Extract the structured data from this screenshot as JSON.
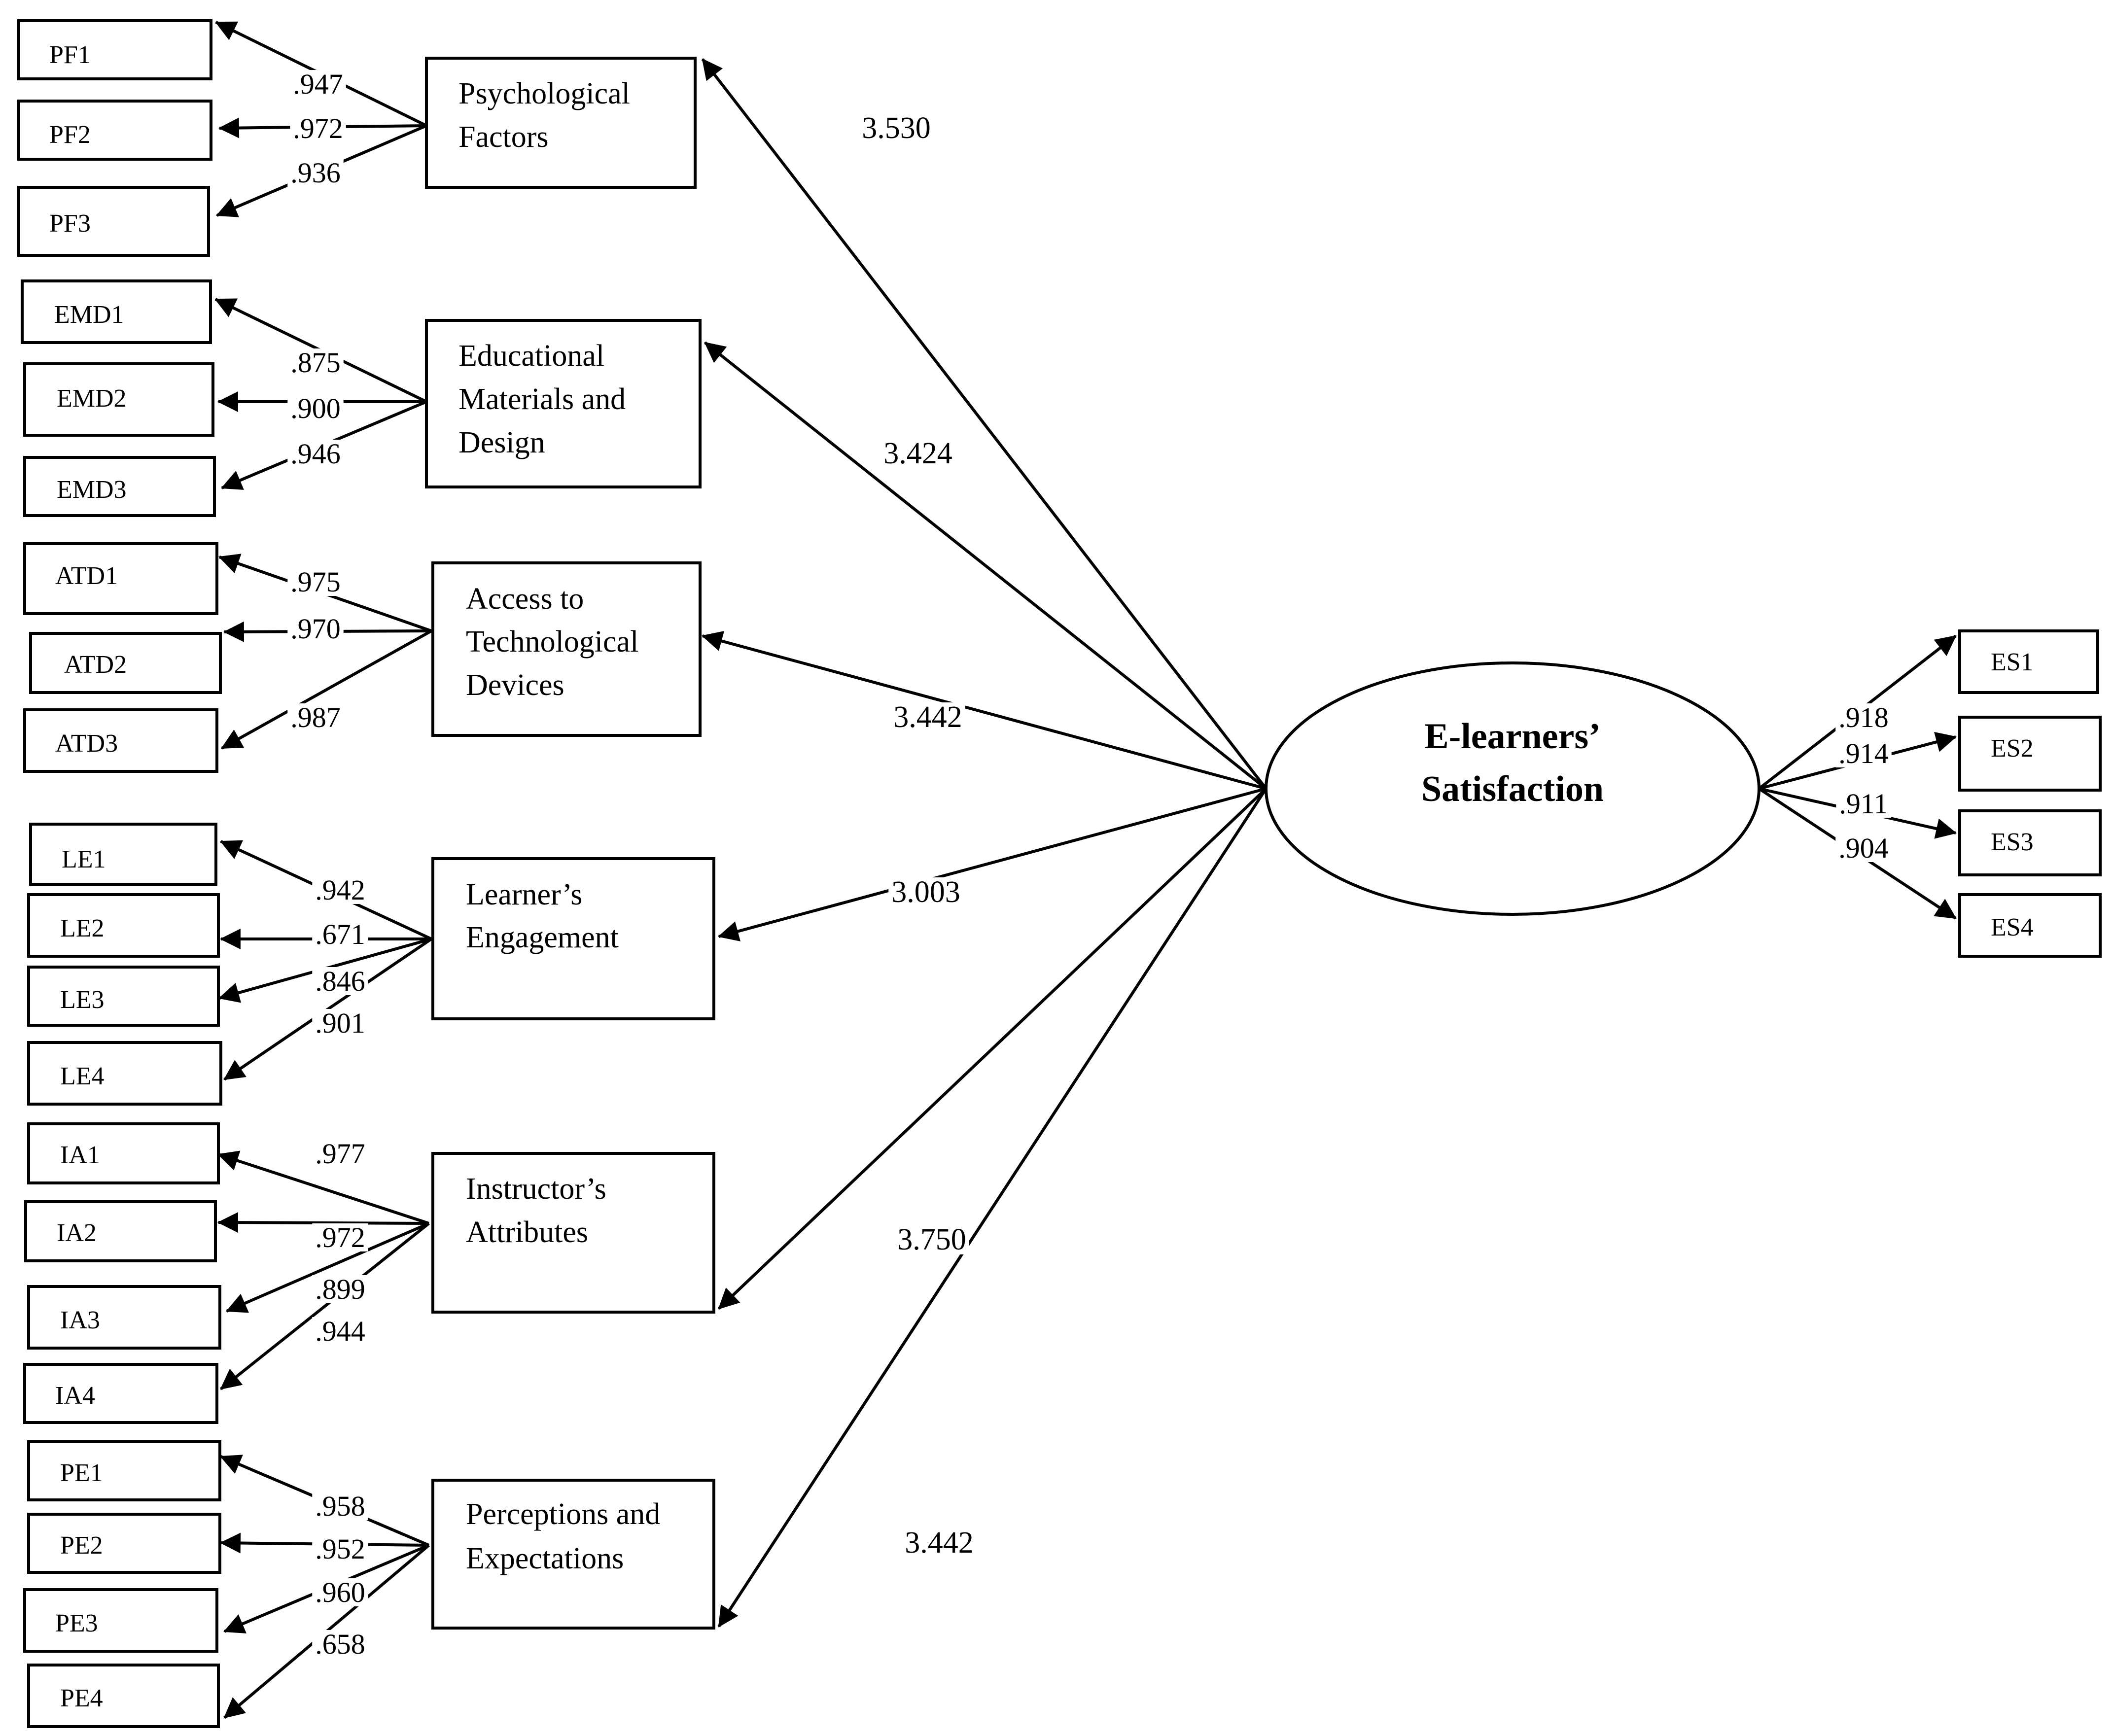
{
  "diagram": {
    "latent": {
      "lines": [
        "E-learners’",
        "Satisfaction"
      ]
    },
    "factors": [
      {
        "id": "pf",
        "lines": [
          "Psychological",
          "Factors"
        ],
        "path_coefficient": "3.530",
        "indicators": [
          {
            "label": "PF1",
            "loading": ".947"
          },
          {
            "label": "PF2",
            "loading": ".972"
          },
          {
            "label": "PF3",
            "loading": ".936"
          }
        ]
      },
      {
        "id": "emd",
        "lines": [
          "Educational",
          "Materials and",
          "Design"
        ],
        "path_coefficient": "3.424",
        "indicators": [
          {
            "label": "EMD1",
            "loading": ".875"
          },
          {
            "label": "EMD2",
            "loading": ".900"
          },
          {
            "label": "EMD3",
            "loading": ".946"
          }
        ]
      },
      {
        "id": "atd",
        "lines": [
          "Access to",
          "Technological",
          "Devices"
        ],
        "path_coefficient": "3.442",
        "indicators": [
          {
            "label": "ATD1",
            "loading": ".975"
          },
          {
            "label": "ATD2",
            "loading": ".970"
          },
          {
            "label": "ATD3",
            "loading": ".987"
          }
        ]
      },
      {
        "id": "le",
        "lines": [
          "Learner’s",
          "Engagement"
        ],
        "path_coefficient": "3.003",
        "indicators": [
          {
            "label": "LE1",
            "loading": ".942"
          },
          {
            "label": "LE2",
            "loading": ".671"
          },
          {
            "label": "LE3",
            "loading": ".846"
          },
          {
            "label": "LE4",
            "loading": ".901"
          }
        ]
      },
      {
        "id": "ia",
        "lines": [
          "Instructor’s",
          "Attributes"
        ],
        "path_coefficient": "3.750",
        "indicators": [
          {
            "label": "IA1",
            "loading": ".977"
          },
          {
            "label": "IA2",
            "loading": ".972"
          },
          {
            "label": "IA3",
            "loading": ".899"
          },
          {
            "label": "IA4",
            "loading": ".944"
          }
        ]
      },
      {
        "id": "pe",
        "lines": [
          "Perceptions and",
          "Expectations"
        ],
        "path_coefficient": "3.442",
        "indicators": [
          {
            "label": "PE1",
            "loading": ".958"
          },
          {
            "label": "PE2",
            "loading": ".952"
          },
          {
            "label": "PE3",
            "loading": ".960"
          },
          {
            "label": "PE4",
            "loading": ".658"
          }
        ]
      }
    ],
    "outcome_indicators": [
      {
        "label": "ES1",
        "loading": ".918"
      },
      {
        "label": "ES2",
        "loading": ".914"
      },
      {
        "label": "ES3",
        "loading": ".911"
      },
      {
        "label": "ES4",
        "loading": ".904"
      }
    ]
  }
}
